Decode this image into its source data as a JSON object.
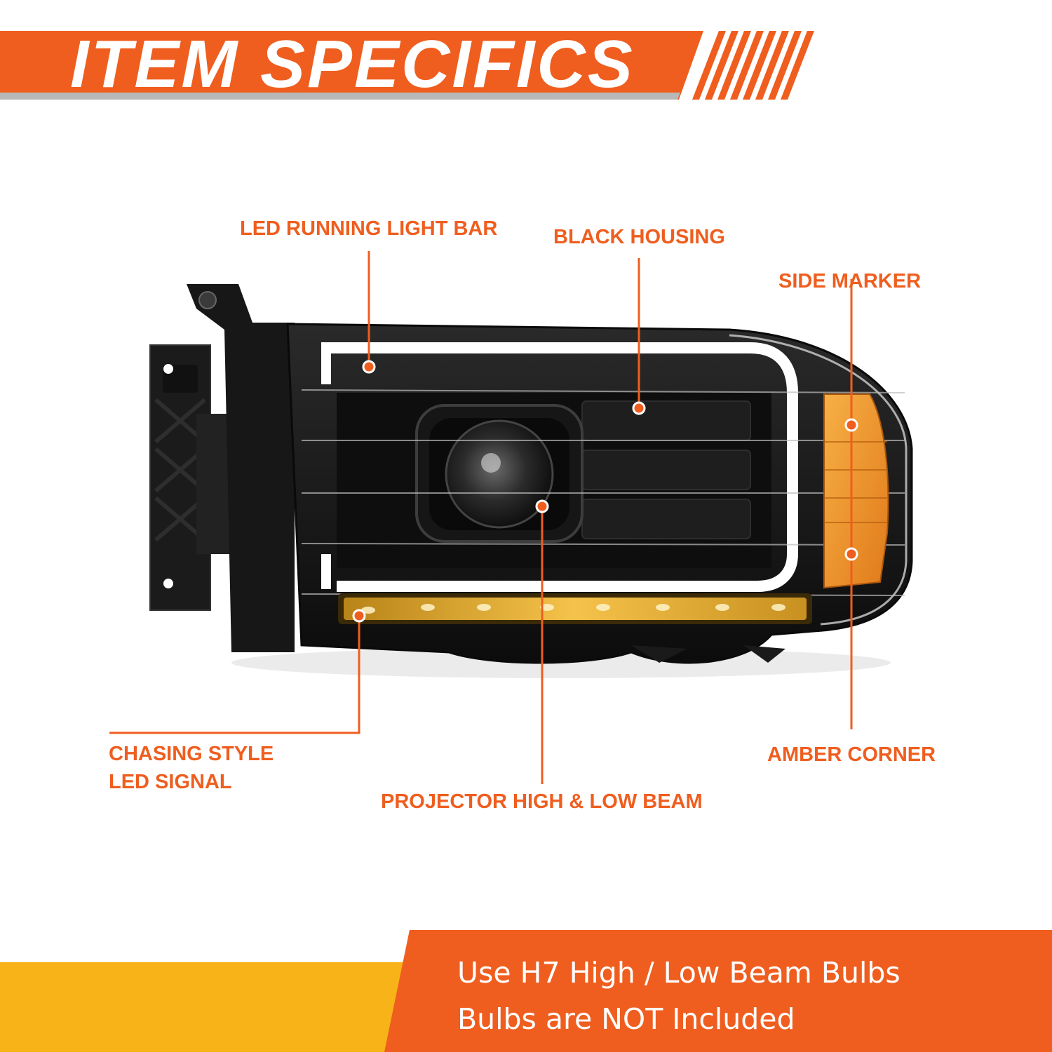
{
  "header": {
    "title": "ITEM SPECIFICS"
  },
  "callouts": {
    "led_running_light_bar": "LED RUNNING LIGHT BAR",
    "black_housing": "BLACK HOUSING",
    "side_marker": "SIDE MARKER",
    "chasing_style_line1": "CHASING STYLE",
    "chasing_style_line2": "LED SIGNAL",
    "projector_beam": "PROJECTOR HIGH & LOW BEAM",
    "amber_corner": "AMBER CORNER"
  },
  "footer": {
    "line1": "Use H7 High / Low Beam Bulbs",
    "line2": "Bulbs are NOT Included"
  },
  "colors": {
    "accent_orange": "#ef5e1f",
    "accent_yellow": "#f8b318",
    "housing_black": "#141414",
    "amber": "#f29a2e"
  }
}
